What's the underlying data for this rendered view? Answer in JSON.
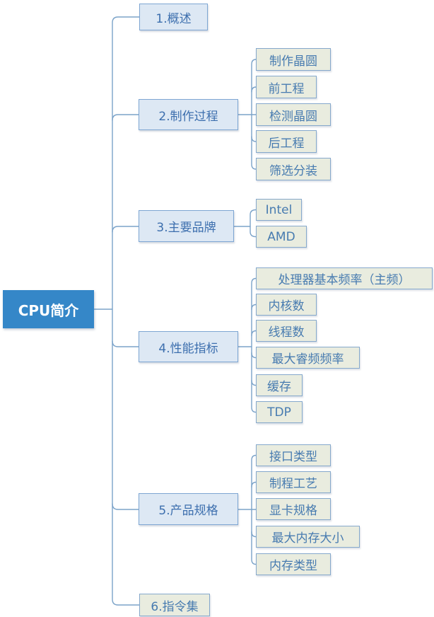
{
  "root": {
    "label": "CPU简介"
  },
  "branches": [
    {
      "label": "1.概述",
      "children": []
    },
    {
      "label": "2.制作过程",
      "children": [
        "制作晶圆",
        "前工程",
        "检测晶圆",
        "后工程",
        "筛选分装"
      ]
    },
    {
      "label": "3.主要品牌",
      "children": [
        "Intel",
        "AMD"
      ]
    },
    {
      "label": "4.性能指标",
      "children": [
        "处理器基本频率（主频）",
        "内核数",
        "线程数",
        "最大睿频频率",
        "缓存",
        "TDP"
      ]
    },
    {
      "label": "5.产品规格",
      "children": [
        "接口类型",
        "制程工艺",
        "显卡规格",
        "最大内存大小",
        "内存类型"
      ]
    },
    {
      "label": "6.指令集",
      "children": []
    }
  ],
  "colors": {
    "root_fill": "#3587c8",
    "root_text": "#ffffff",
    "branch_fill": "#dde8f4",
    "leaf_fill": "#e9ecdf",
    "node_border": "#7ea6d3",
    "node_text": "#3d6fae",
    "connector_line": "#7ba3c9"
  }
}
